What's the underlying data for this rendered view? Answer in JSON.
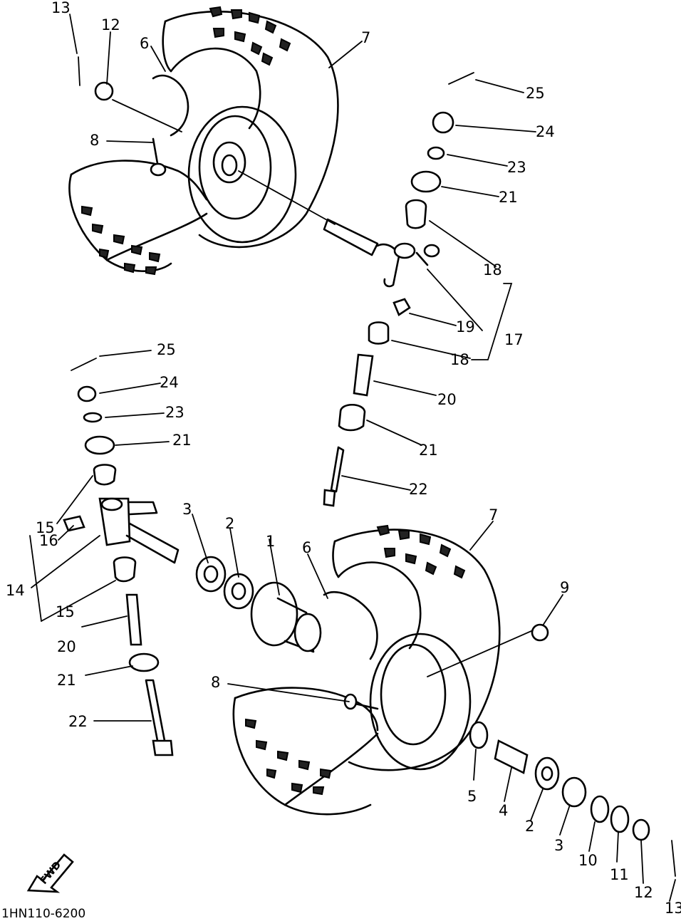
{
  "diagram_code": "1HN110-6200",
  "direction_label": "FWD",
  "callouts": [
    {
      "id": "c13a",
      "text": "13"
    },
    {
      "id": "c12a",
      "text": "12"
    },
    {
      "id": "c6a",
      "text": "6"
    },
    {
      "id": "c7a",
      "text": "7"
    },
    {
      "id": "c8a",
      "text": "8"
    },
    {
      "id": "c25a",
      "text": "25"
    },
    {
      "id": "c24a",
      "text": "24"
    },
    {
      "id": "c23a",
      "text": "23"
    },
    {
      "id": "c21a",
      "text": "21"
    },
    {
      "id": "c18a",
      "text": "18"
    },
    {
      "id": "c19",
      "text": "19"
    },
    {
      "id": "c17",
      "text": "17"
    },
    {
      "id": "c18b",
      "text": "18"
    },
    {
      "id": "c20a",
      "text": "20"
    },
    {
      "id": "c21b",
      "text": "21"
    },
    {
      "id": "c22a",
      "text": "22"
    },
    {
      "id": "c25b",
      "text": "25"
    },
    {
      "id": "c24b",
      "text": "24"
    },
    {
      "id": "c23b",
      "text": "23"
    },
    {
      "id": "c21c",
      "text": "21"
    },
    {
      "id": "c15a",
      "text": "15"
    },
    {
      "id": "c16",
      "text": "16"
    },
    {
      "id": "c14",
      "text": "14"
    },
    {
      "id": "c15b",
      "text": "15"
    },
    {
      "id": "c20b",
      "text": "20"
    },
    {
      "id": "c21d",
      "text": "21"
    },
    {
      "id": "c22b",
      "text": "22"
    },
    {
      "id": "c3a",
      "text": "3"
    },
    {
      "id": "c2a",
      "text": "2"
    },
    {
      "id": "c1",
      "text": "1"
    },
    {
      "id": "c6b",
      "text": "6"
    },
    {
      "id": "c7b",
      "text": "7"
    },
    {
      "id": "c9",
      "text": "9"
    },
    {
      "id": "c8b",
      "text": "8"
    },
    {
      "id": "c5",
      "text": "5"
    },
    {
      "id": "c4",
      "text": "4"
    },
    {
      "id": "c2b",
      "text": "2"
    },
    {
      "id": "c3b",
      "text": "3"
    },
    {
      "id": "c10",
      "text": "10"
    },
    {
      "id": "c11",
      "text": "11"
    },
    {
      "id": "c12b",
      "text": "12"
    },
    {
      "id": "c13b",
      "text": "13"
    }
  ]
}
